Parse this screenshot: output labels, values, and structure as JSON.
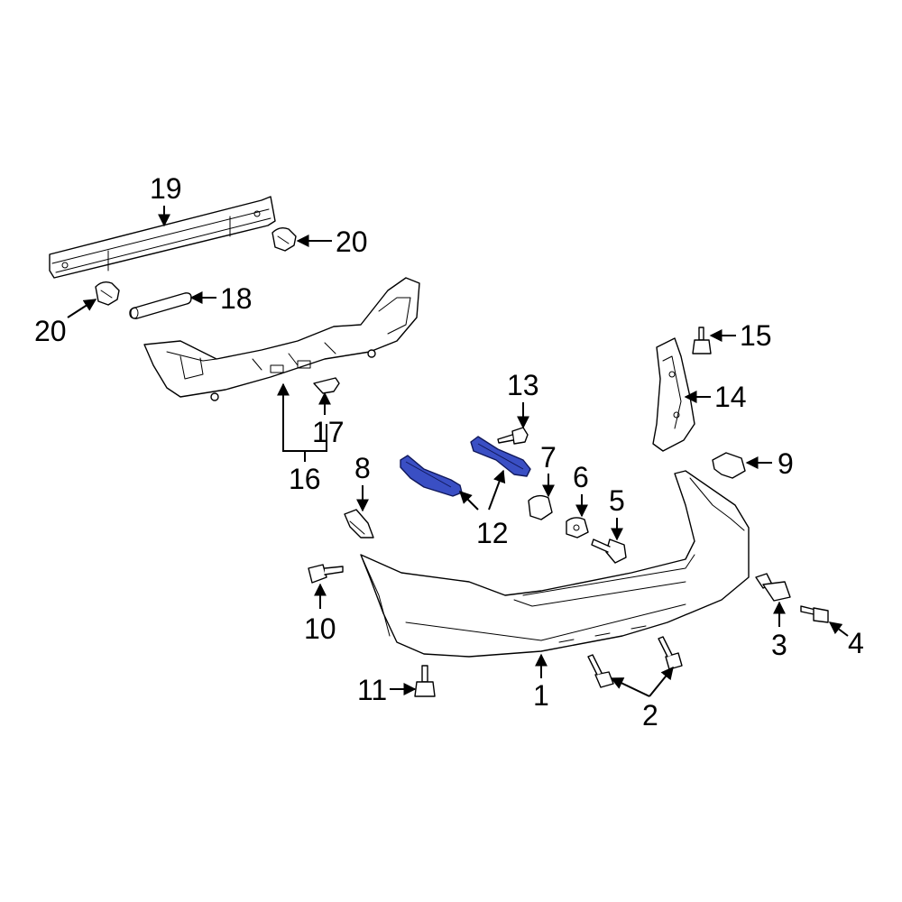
{
  "diagram": {
    "highlight_color": "#3a4fc4",
    "callouts": {
      "c1": "1",
      "c2": "2",
      "c3": "3",
      "c4": "4",
      "c5": "5",
      "c6": "6",
      "c7": "7",
      "c8": "8",
      "c9": "9",
      "c10": "10",
      "c11": "11",
      "c12": "12",
      "c13": "13",
      "c14": "14",
      "c15": "15",
      "c16": "16",
      "c17": "17",
      "c18": "18",
      "c19": "19",
      "c20a": "20",
      "c20b": "20"
    }
  }
}
